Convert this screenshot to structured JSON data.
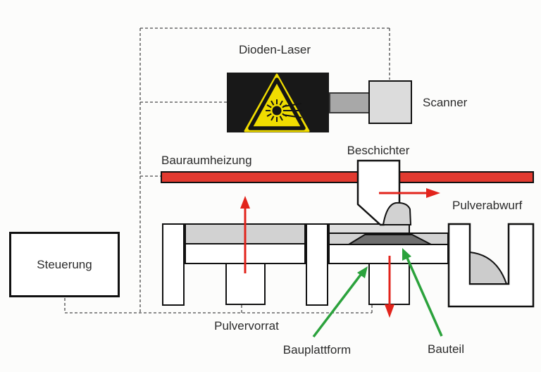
{
  "labels": {
    "dioden_laser": "Dioden-Laser",
    "scanner": "Scanner",
    "bauraumheizung": "Bauraumheizung",
    "beschichter": "Beschichter",
    "pulverabwurf": "Pulverabwurf",
    "steuerung": "Steuerung",
    "pulvervorrat": "Pulvervorrat",
    "bauplattform": "Bauplattform",
    "bauteil": "Bauteil"
  },
  "colors": {
    "heater_red": "#e23a30",
    "arrow_red": "#e2241c",
    "arrow_green": "#2ba23c",
    "warning_yellow": "#f0dc00",
    "powder_gray": "#d2d2d2",
    "part_dark_gray": "#6f6f6f",
    "laser_housing_black": "#181818",
    "scanner_gray": "#dcdcdc"
  },
  "icons": {
    "laser_warning": "laser-hazard-triangle"
  }
}
